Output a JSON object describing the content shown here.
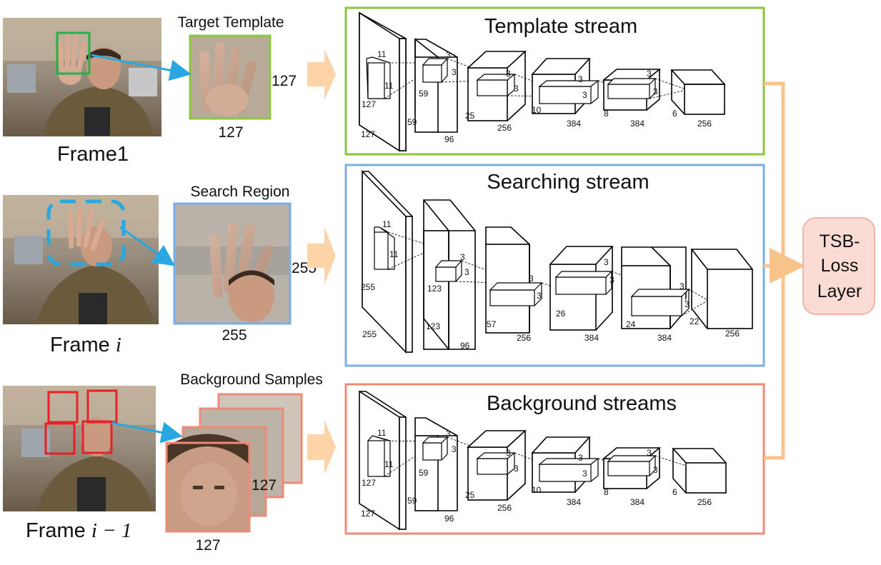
{
  "frames": {
    "frame1": "Frame1",
    "frame_i": "Frame ",
    "frame_i_var": "i",
    "frame_prev": "Frame ",
    "frame_prev_expr": "i − 1"
  },
  "crops": {
    "target": {
      "title": "Target Template",
      "side": "127",
      "bottom": "127"
    },
    "search": {
      "title": "Search Region",
      "side": "255",
      "bottom": "255"
    },
    "background": {
      "title": "Background Samples",
      "side": "127",
      "bottom": "127"
    }
  },
  "streams": {
    "template": {
      "title": "Template stream",
      "color": "#8cc63f"
    },
    "search": {
      "title": "Searching stream",
      "color": "#7aaee6"
    },
    "background": {
      "title": "Background streams",
      "color": "#ee8a75"
    }
  },
  "dims": {
    "template": {
      "d11a": "11",
      "d11b": "11",
      "d127a": "127",
      "d127b": "127",
      "d3a": "3",
      "d3b": "3",
      "d59a": "59",
      "d59b": "59",
      "d96": "96",
      "d3c": "3",
      "d3d": "3",
      "d25": "25",
      "d256a": "256",
      "d3e": "3",
      "d3f": "3",
      "d10": "10",
      "d384a": "384",
      "d3g": "3",
      "d3h": "3",
      "d8": "8",
      "d384b": "384",
      "d6": "6",
      "d256b": "256"
    },
    "search": {
      "d11a": "11",
      "d11b": "11",
      "d255a": "255",
      "d255b": "255",
      "d3a": "3",
      "d3b": "3",
      "d123a": "123",
      "d123b": "123",
      "d96": "96",
      "d3c": "3",
      "d3d": "3",
      "d57": "57",
      "d256a": "256",
      "d3e": "3",
      "d3f": "3",
      "d26": "26",
      "d384a": "384",
      "d3g": "3",
      "d3h": "3",
      "d24": "24",
      "d384b": "384",
      "d22": "22",
      "d256b": "256"
    },
    "background": {
      "d11a": "11",
      "d11b": "11",
      "d127a": "127",
      "d127b": "127",
      "d3a": "3",
      "d3b": "3",
      "d59a": "59",
      "d59b": "59",
      "d96": "96",
      "d3c": "3",
      "d3d": "3",
      "d25": "25",
      "d256a": "256",
      "d3e": "3",
      "d3f": "3",
      "d10": "10",
      "d384a": "384",
      "d3g": "3",
      "d3h": "3",
      "d8": "8",
      "d384b": "384",
      "d6": "6",
      "d256b": "256"
    }
  },
  "loss": {
    "line1": "TSB-",
    "line2": "Loss",
    "line3": "Layer"
  },
  "colors": {
    "green": "#8cc63f",
    "blue": "#7aaee6",
    "salmon": "#ee8a75",
    "arrow": "#f9c48c",
    "loss_fill": "#fbdcd4",
    "red_box": "#e8202a",
    "cyan": "#29a8e0"
  }
}
